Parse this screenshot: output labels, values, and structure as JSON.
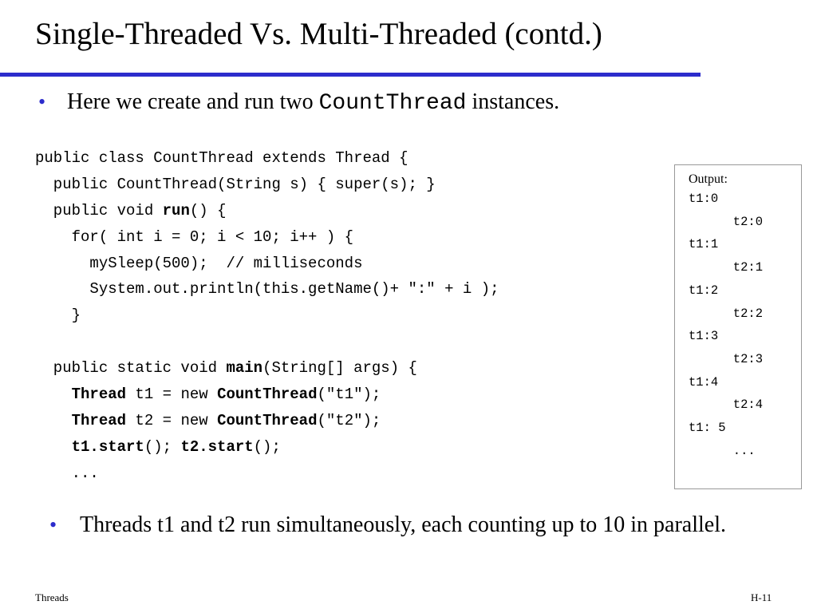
{
  "title": "Single-Threaded Vs. Multi-Threaded (contd.)",
  "bullet1": {
    "prefix": "Here we create and run two ",
    "code": "CountThread",
    "suffix": "  instances."
  },
  "code_lines": [
    [
      {
        "t": "public class CountThread extends Thread {"
      }
    ],
    [
      {
        "t": "  public CountThread(String s) { super(s); }"
      }
    ],
    [
      {
        "t": "  public void "
      },
      {
        "t": "run",
        "b": true
      },
      {
        "t": "() {"
      }
    ],
    [
      {
        "t": "    for( int i = 0; i < 10; i++ ) {"
      }
    ],
    [
      {
        "t": "      mySleep(500);  // milliseconds"
      }
    ],
    [
      {
        "t": "      System.out.println(this.getName()+ \":\" + i );"
      }
    ],
    [
      {
        "t": "    }"
      }
    ],
    [
      {
        "t": ""
      }
    ],
    [
      {
        "t": "  public static void "
      },
      {
        "t": "main",
        "b": true
      },
      {
        "t": "(String[] args) {"
      }
    ],
    [
      {
        "t": "    "
      },
      {
        "t": "Thread",
        "b": true
      },
      {
        "t": " t1 = new "
      },
      {
        "t": "CountThread",
        "b": true
      },
      {
        "t": "(\"t1\");"
      }
    ],
    [
      {
        "t": "    "
      },
      {
        "t": "Thread",
        "b": true
      },
      {
        "t": " t2 = new "
      },
      {
        "t": "CountThread",
        "b": true
      },
      {
        "t": "(\"t2\");"
      }
    ],
    [
      {
        "t": "    "
      },
      {
        "t": "t1.start",
        "b": true
      },
      {
        "t": "(); "
      },
      {
        "t": "t2.start",
        "b": true
      },
      {
        "t": "();"
      }
    ],
    [
      {
        "t": "    ..."
      }
    ]
  ],
  "output": {
    "header": "Output:",
    "lines": [
      "t1:0",
      "      t2:0",
      "t1:1",
      "      t2:1",
      "t1:2",
      "      t2:2",
      "t1:3",
      "      t2:3",
      "t1:4",
      "      t2:4",
      "t1: 5",
      "      ..."
    ]
  },
  "bullet2": "Threads t1 and t2  run simultaneously, each counting up to 10 in parallel.",
  "footer": {
    "left": "Threads",
    "right": "H-11"
  }
}
